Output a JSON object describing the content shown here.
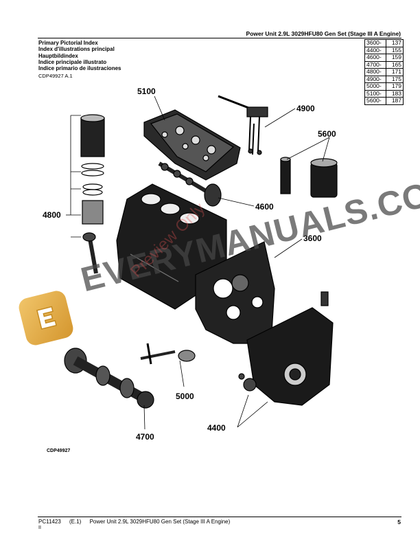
{
  "header": {
    "title": "Power Unit 2.9L 3029HFU80 Gen Set (Stage III A Engine)"
  },
  "index": {
    "titles": [
      "Primary Pictorial Index",
      "Index d'illustrations principal",
      "Hauptbildindex",
      "Indice principale illustrato",
      "Indice primario de ilustraciones"
    ],
    "ref": "CDP49927 A.1"
  },
  "pages": [
    {
      "code": "3600-",
      "page": "137"
    },
    {
      "code": "4400-",
      "page": "155"
    },
    {
      "code": "4600-",
      "page": "159"
    },
    {
      "code": "4700-",
      "page": "165"
    },
    {
      "code": "4800-",
      "page": "171"
    },
    {
      "code": "4900-",
      "page": "175"
    },
    {
      "code": "5000-",
      "page": "179"
    },
    {
      "code": "5100-",
      "page": "183"
    },
    {
      "code": "5600-",
      "page": "187"
    }
  ],
  "callouts": {
    "c5100": "5100",
    "c4900": "4900",
    "c5600": "5600",
    "c4800": "4800",
    "c4600": "4600",
    "c3600": "3600",
    "c5000": "5000",
    "c4700": "4700",
    "c4400": "4400"
  },
  "figure_id": "CDP49927",
  "footer": {
    "doc": "PC11423",
    "edition": "(E.1)",
    "title": "Power Unit 2.9L 3029HFU80 Gen Set (Stage III A Engine)",
    "sub": "II",
    "page": "5"
  },
  "watermark": {
    "text": "EVERYMANUALS.COM",
    "diag": "Preview Only"
  }
}
